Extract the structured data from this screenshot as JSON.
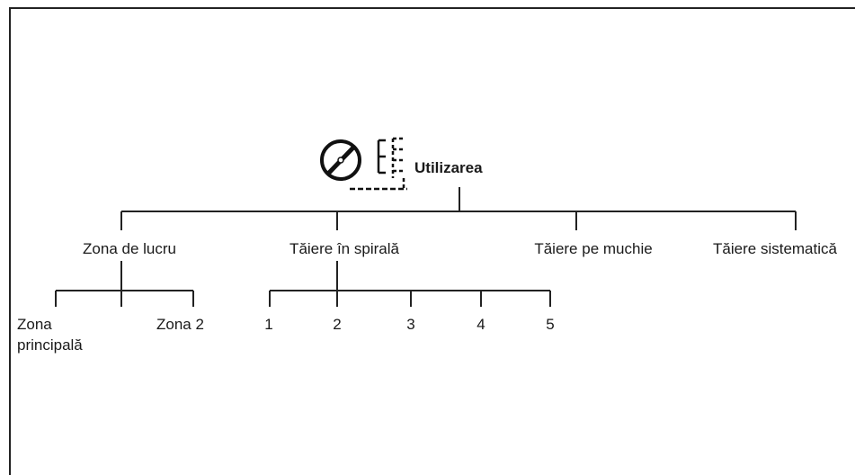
{
  "root": {
    "label": "Utilizarea",
    "icons": [
      "mower-blade-icon",
      "cutting-height-dashed-icon"
    ]
  },
  "branches": [
    {
      "label": "Zona de lucru",
      "children": [
        {
          "label_line1": "Zona",
          "label_line2": "principală"
        },
        {
          "label": ""
        },
        {
          "label": "Zona 2"
        }
      ]
    },
    {
      "label": "Tăiere în spirală",
      "children": [
        "1",
        "2",
        "3",
        "4",
        "5"
      ]
    },
    {
      "label": "Tăiere pe muchie"
    },
    {
      "label": "Tăiere sistematică"
    }
  ]
}
